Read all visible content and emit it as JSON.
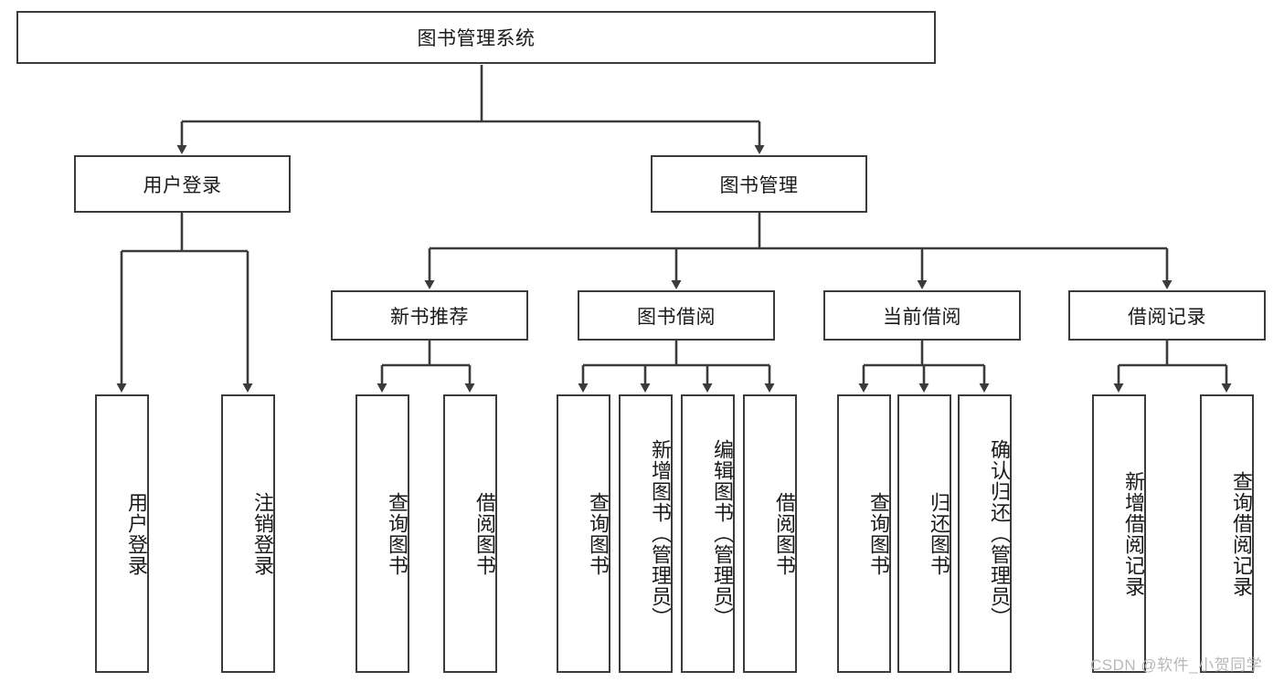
{
  "diagram": {
    "type": "tree",
    "title": "图书管理系统",
    "root": {
      "id": "root",
      "label": "图书管理系统"
    },
    "level1": [
      {
        "id": "user-login",
        "label": "用户登录"
      },
      {
        "id": "book-management",
        "label": "图书管理"
      }
    ],
    "level2": [
      {
        "id": "new-book-recommend",
        "label": "新书推荐",
        "parent": "book-management"
      },
      {
        "id": "book-borrow",
        "label": "图书借阅",
        "parent": "book-management"
      },
      {
        "id": "current-borrow",
        "label": "当前借阅",
        "parent": "book-management"
      },
      {
        "id": "borrow-record",
        "label": "借阅记录",
        "parent": "book-management"
      }
    ],
    "leaves": [
      {
        "id": "leaf-user-login",
        "label": "用户登录",
        "parent": "user-login"
      },
      {
        "id": "leaf-user-logout",
        "label": "注销登录",
        "parent": "user-login"
      },
      {
        "id": "leaf-query-book-1",
        "label": "查询图书",
        "parent": "new-book-recommend"
      },
      {
        "id": "leaf-borrow-book-1",
        "label": "借阅图书",
        "parent": "new-book-recommend"
      },
      {
        "id": "leaf-query-book-2",
        "label": "查询图书",
        "parent": "book-borrow"
      },
      {
        "id": "leaf-add-book",
        "label": "新增图书（管理员）",
        "parent": "book-borrow"
      },
      {
        "id": "leaf-edit-book",
        "label": "编辑图书（管理员）",
        "parent": "book-borrow"
      },
      {
        "id": "leaf-borrow-book-2",
        "label": "借阅图书",
        "parent": "book-borrow"
      },
      {
        "id": "leaf-query-book-3",
        "label": "查询图书",
        "parent": "current-borrow"
      },
      {
        "id": "leaf-return-book",
        "label": "归还图书",
        "parent": "current-borrow"
      },
      {
        "id": "leaf-confirm-return",
        "label": "确认归还（管理员）",
        "parent": "current-borrow"
      },
      {
        "id": "leaf-add-record",
        "label": "新增借阅记录",
        "parent": "borrow-record"
      },
      {
        "id": "leaf-query-record",
        "label": "查询借阅记录",
        "parent": "borrow-record"
      }
    ]
  },
  "watermark": {
    "text": "CSDN @软件_小贺同学"
  },
  "colors": {
    "stroke": "#3b3b3b",
    "background": "#ffffff",
    "text": "#1a1a1a",
    "watermark": "#b8b8b8"
  }
}
